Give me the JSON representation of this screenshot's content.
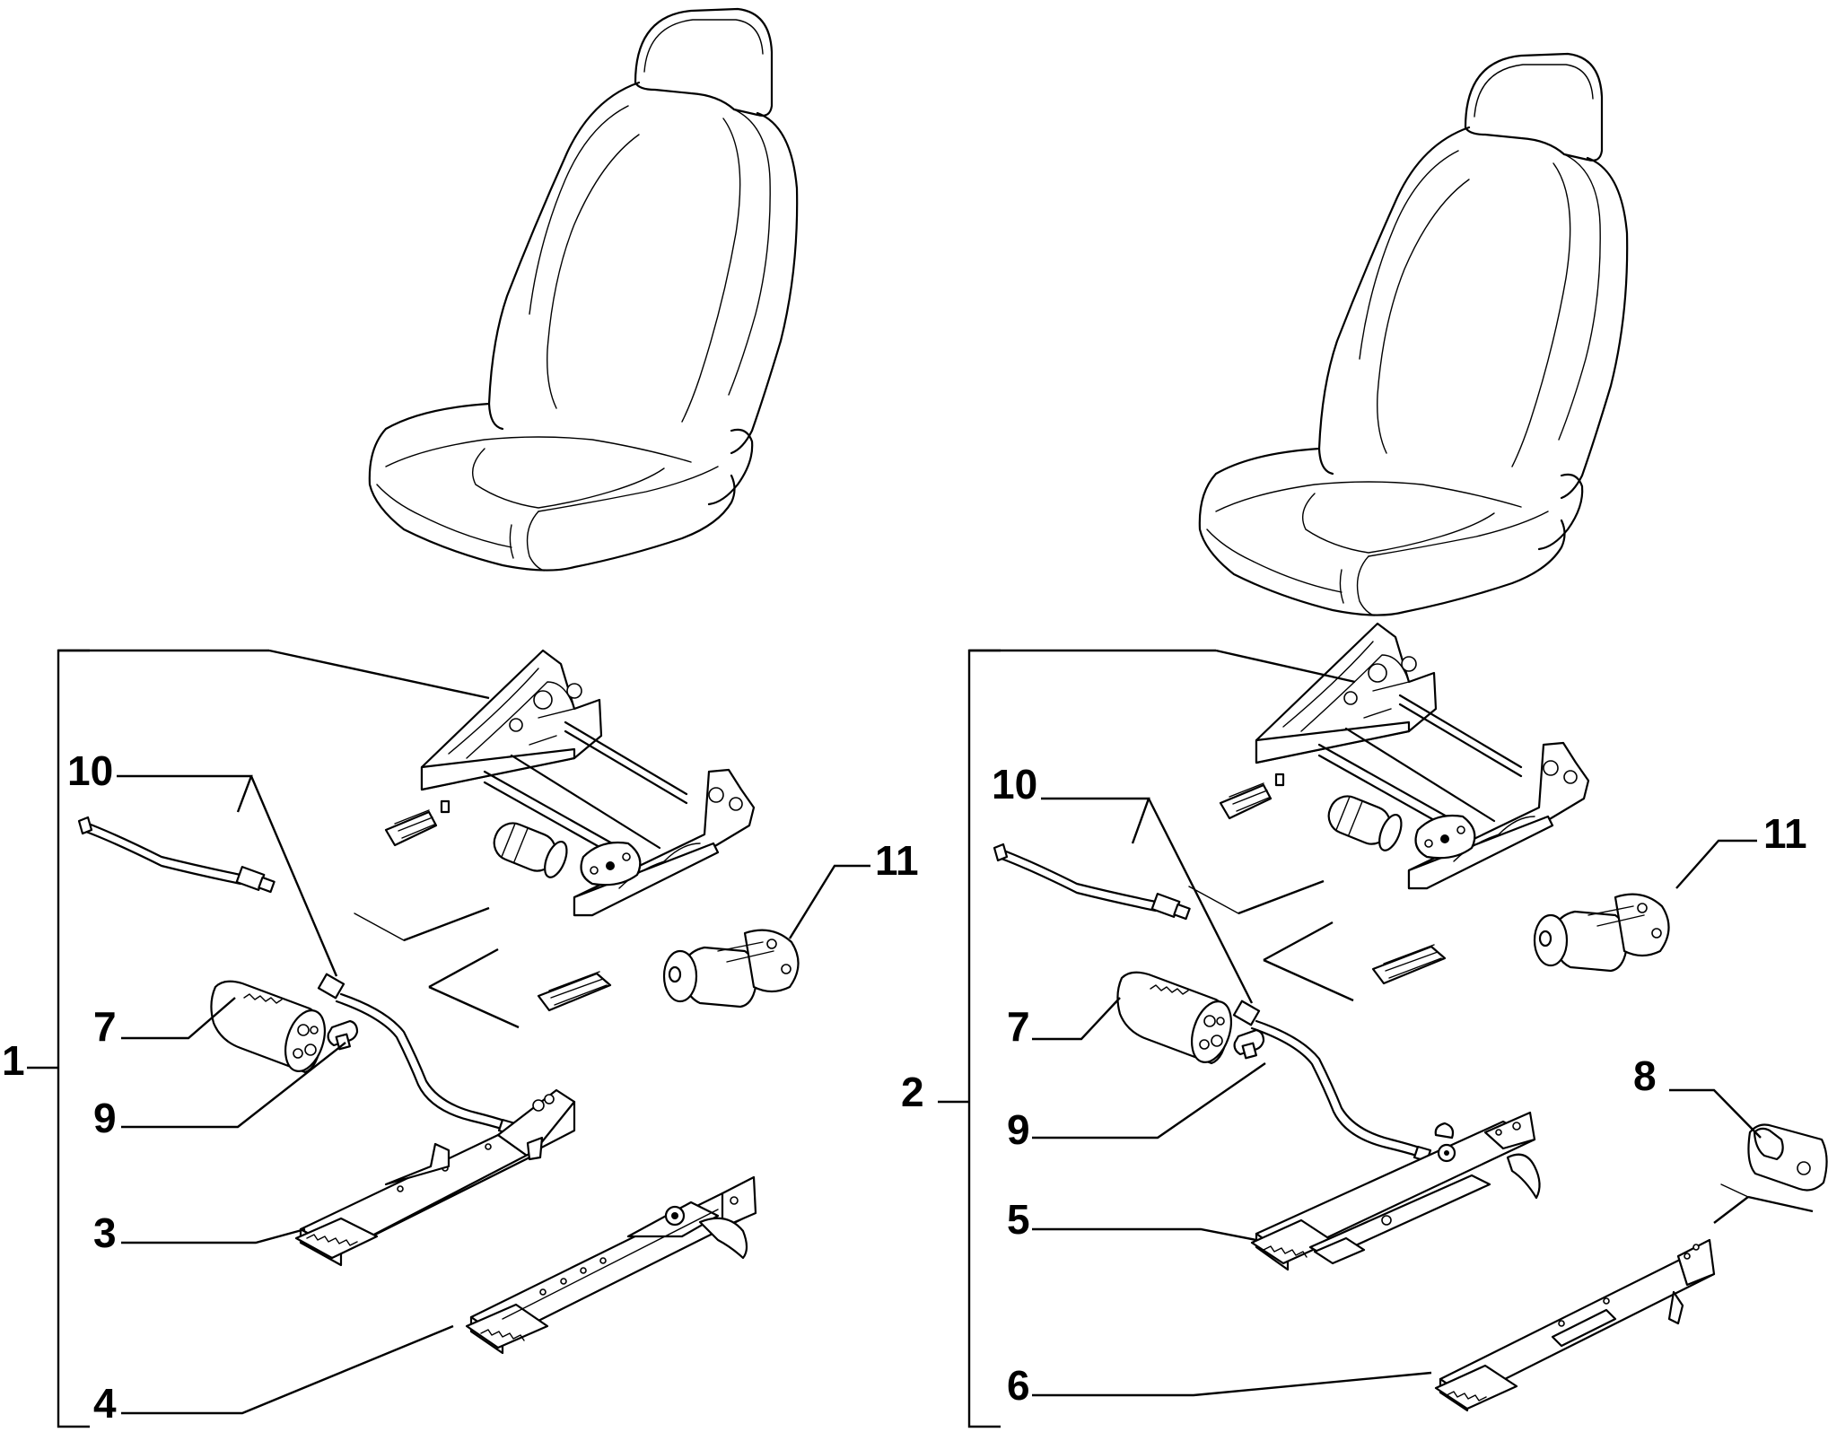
{
  "callouts": {
    "left": {
      "c1": "1",
      "c3": "3",
      "c4": "4",
      "c7": "7",
      "c9": "9",
      "c10": "10",
      "c11": "11"
    },
    "right": {
      "c2": "2",
      "c5": "5",
      "c6": "6",
      "c7": "7",
      "c8": "8",
      "c9": "9",
      "c10": "10",
      "c11": "11"
    }
  }
}
